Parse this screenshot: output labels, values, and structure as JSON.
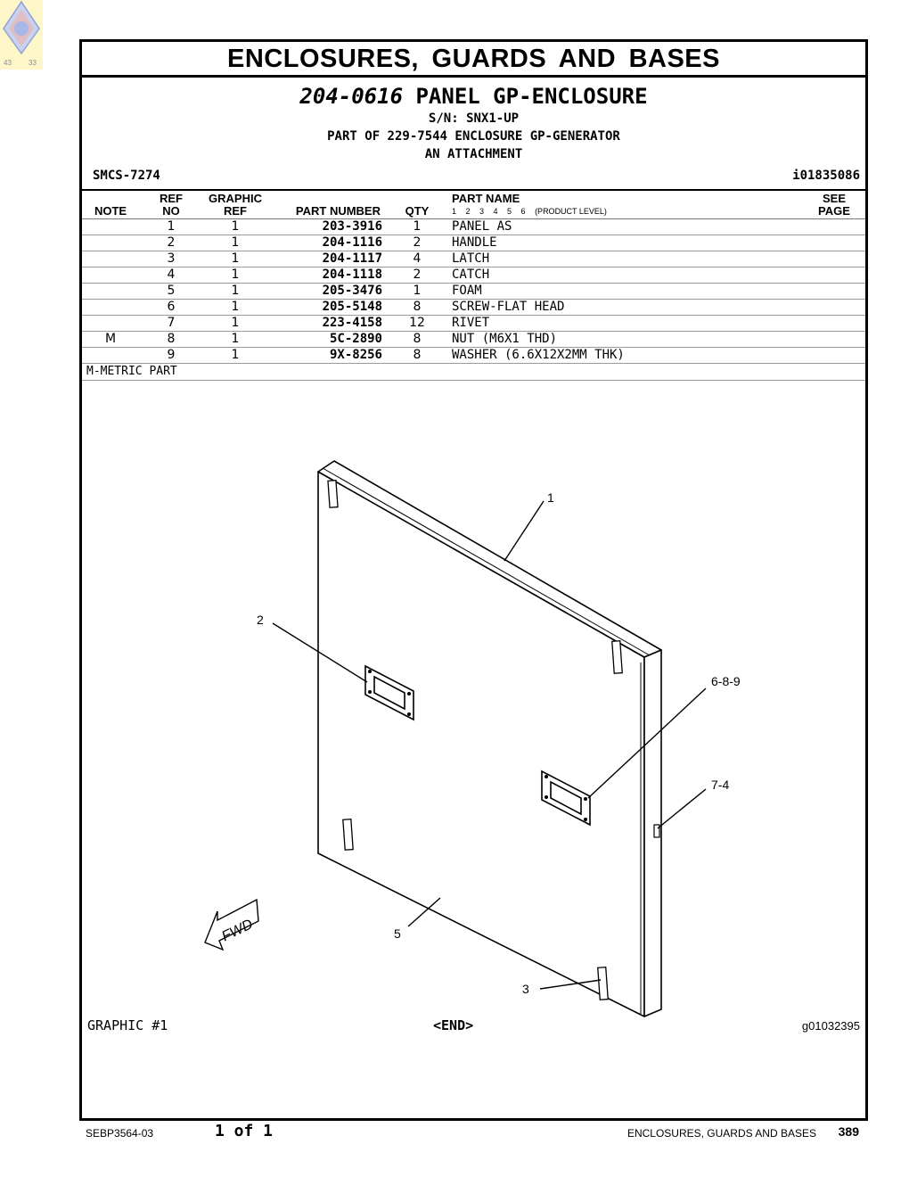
{
  "logo": {
    "left_num": "43",
    "right_num": "33"
  },
  "header": {
    "title": "ENCLOSURES, GUARDS AND BASES",
    "part_group_number": "204-0616",
    "part_group_name": "PANEL GP-ENCLOSURE",
    "serial": "S/N: SNX1-UP",
    "part_of": "PART OF 229-7544 ENCLOSURE GP-GENERATOR",
    "attachment": "AN ATTACHMENT",
    "smcs": "SMCS-7274",
    "illustration_id": "i01835086"
  },
  "table": {
    "headers": {
      "note": "NOTE",
      "ref_top": "REF",
      "ref_bottom": "NO",
      "graphic_top": "GRAPHIC",
      "graphic_bottom": "REF",
      "part_number": "PART NUMBER",
      "qty": "QTY",
      "part_name": "PART NAME",
      "levels": "1 2 3 4 5 6",
      "product_level": "(PRODUCT LEVEL)",
      "see_top": "SEE",
      "see_bottom": "PAGE"
    },
    "rows": [
      {
        "note": "",
        "ref": "1",
        "gref": "1",
        "pn": "203-3916",
        "qty": "1",
        "name": "PANEL AS",
        "see": ""
      },
      {
        "note": "",
        "ref": "2",
        "gref": "1",
        "pn": "204-1116",
        "qty": "2",
        "name": "HANDLE",
        "see": ""
      },
      {
        "note": "",
        "ref": "3",
        "gref": "1",
        "pn": "204-1117",
        "qty": "4",
        "name": "LATCH",
        "see": ""
      },
      {
        "note": "",
        "ref": "4",
        "gref": "1",
        "pn": "204-1118",
        "qty": "2",
        "name": "CATCH",
        "see": ""
      },
      {
        "note": "",
        "ref": "5",
        "gref": "1",
        "pn": "205-3476",
        "qty": "1",
        "name": "FOAM",
        "see": ""
      },
      {
        "note": "",
        "ref": "6",
        "gref": "1",
        "pn": "205-5148",
        "qty": "8",
        "name": "SCREW-FLAT HEAD",
        "see": ""
      },
      {
        "note": "",
        "ref": "7",
        "gref": "1",
        "pn": "223-4158",
        "qty": "12",
        "name": "RIVET",
        "see": ""
      },
      {
        "note": "M",
        "ref": "8",
        "gref": "1",
        "pn": "5C-2890",
        "qty": "8",
        "name": "NUT (M6X1 THD)",
        "see": ""
      },
      {
        "note": "",
        "ref": "9",
        "gref": "1",
        "pn": "9X-8256",
        "qty": "8",
        "name": "WASHER (6.6X12X2MM THK)",
        "see": ""
      }
    ],
    "footnote": "M-METRIC PART"
  },
  "graphic": {
    "callouts": [
      "1",
      "2",
      "6-8-9",
      "7-4",
      "5",
      "3"
    ],
    "fwd": "FWD",
    "label": "GRAPHIC #1",
    "end": "<END>",
    "graphic_id": "g01032395"
  },
  "footer": {
    "doc": "SEBP3564-03",
    "page_of": "1 of 1",
    "section": "ENCLOSURES, GUARDS AND BASES",
    "page": "389"
  }
}
